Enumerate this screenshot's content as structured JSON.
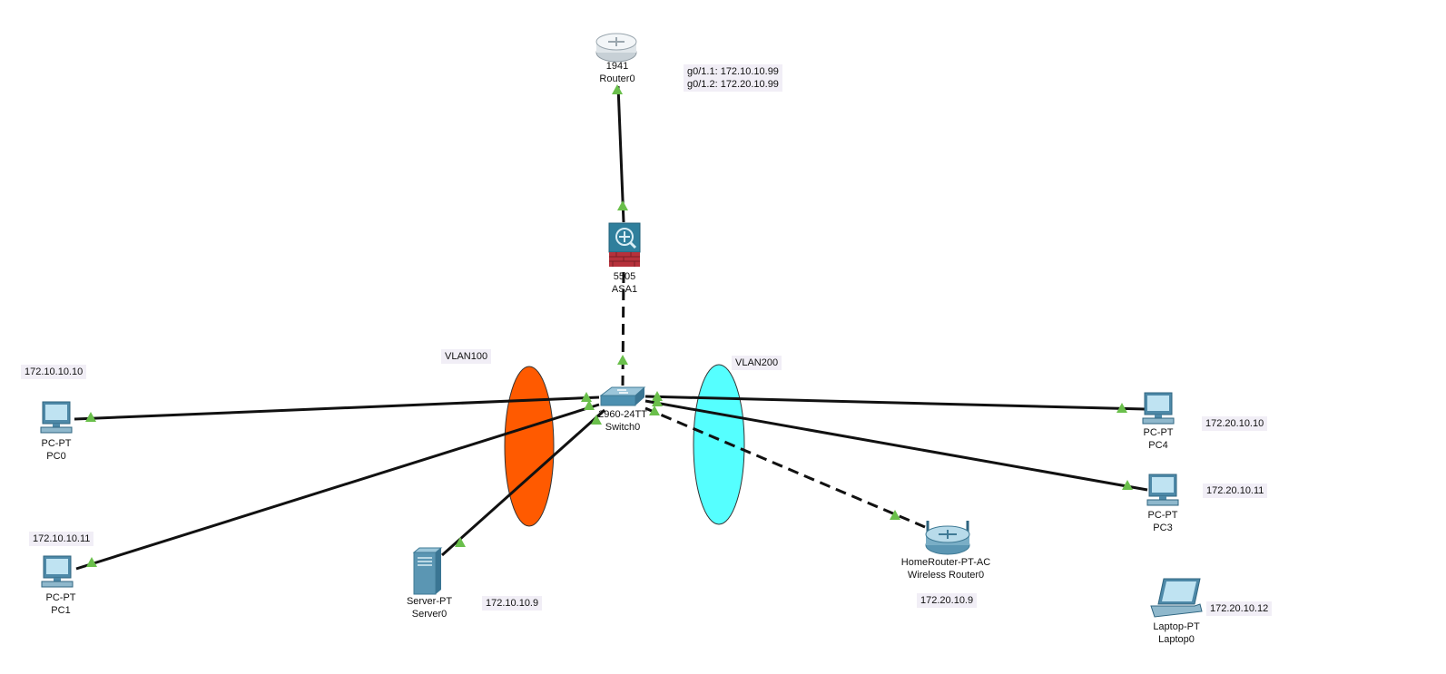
{
  "devices": {
    "router0": {
      "model": "1941",
      "name": "Router0"
    },
    "asa1": {
      "model": "5505",
      "name": "ASA1"
    },
    "switch0": {
      "model": "2960-24TT",
      "name": "Switch0"
    },
    "pc0": {
      "model": "PC-PT",
      "name": "PC0"
    },
    "pc1": {
      "model": "PC-PT",
      "name": "PC1"
    },
    "server0": {
      "model": "Server-PT",
      "name": "Server0"
    },
    "pc4": {
      "model": "PC-PT",
      "name": "PC4"
    },
    "pc3": {
      "model": "PC-PT",
      "name": "PC3"
    },
    "wireless_router0": {
      "model": "HomeRouter-PT-AC",
      "name": "Wireless Router0"
    },
    "laptop0": {
      "model": "Laptop-PT",
      "name": "Laptop0"
    }
  },
  "notes": {
    "router_ifaces": [
      "g0/1.1: 172.10.10.99",
      "g0/1.2: 172.20.10.99"
    ],
    "pc0_ip": "172.10.10.10",
    "pc1_ip": "172.10.10.11",
    "server0_ip": "172.10.10.9",
    "pc4_ip": "172.20.10.10",
    "pc3_ip": "172.20.10.11",
    "wireless_ip": "172.20.10.9",
    "laptop0_ip": "172.20.10.12",
    "vlan100": "VLAN100",
    "vlan200": "VLAN200"
  },
  "colors": {
    "vlan100_fill": "#ff5a00",
    "vlan200_fill": "#55ffff",
    "link": "#111111",
    "port_up": "#6abf4b",
    "note_bg": "#f1eef6",
    "device_blue": "#5a97b6"
  },
  "links": [
    {
      "from": "router0",
      "to": "asa1",
      "style": "solid"
    },
    {
      "from": "asa1",
      "to": "switch0",
      "style": "dashed"
    },
    {
      "from": "switch0",
      "to": "pc0",
      "style": "solid"
    },
    {
      "from": "switch0",
      "to": "pc1",
      "style": "solid"
    },
    {
      "from": "switch0",
      "to": "server0",
      "style": "solid"
    },
    {
      "from": "switch0",
      "to": "pc4",
      "style": "solid"
    },
    {
      "from": "switch0",
      "to": "pc3",
      "style": "solid"
    },
    {
      "from": "switch0",
      "to": "wireless_router0",
      "style": "dashed"
    }
  ]
}
